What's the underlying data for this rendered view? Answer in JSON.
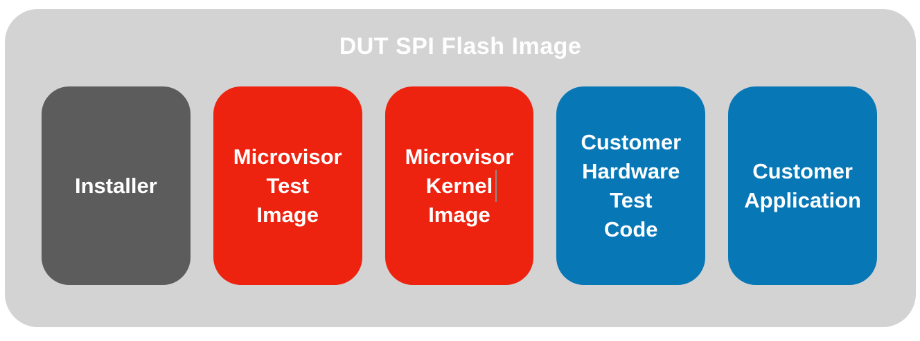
{
  "diagram": {
    "title": "DUT SPI Flash Image",
    "container_color": "#d3d3d3",
    "title_color": "#fefefe",
    "blocks": [
      {
        "id": "installer",
        "lines": [
          "Installer"
        ],
        "color": "#5c5c5c"
      },
      {
        "id": "microvisor-test-image",
        "lines": [
          "Microvisor",
          "Test",
          "Image"
        ],
        "color": "#ed2310"
      },
      {
        "id": "microvisor-kernel-image",
        "lines": [
          "Microvisor",
          "Kernel",
          "Image"
        ],
        "color": "#ed2310"
      },
      {
        "id": "customer-hardware-test-code",
        "lines": [
          "Customer",
          "Hardware",
          "Test",
          "Code"
        ],
        "color": "#0877b6"
      },
      {
        "id": "customer-application",
        "lines": [
          "Customer",
          "Application"
        ],
        "color": "#0877b6"
      }
    ]
  }
}
